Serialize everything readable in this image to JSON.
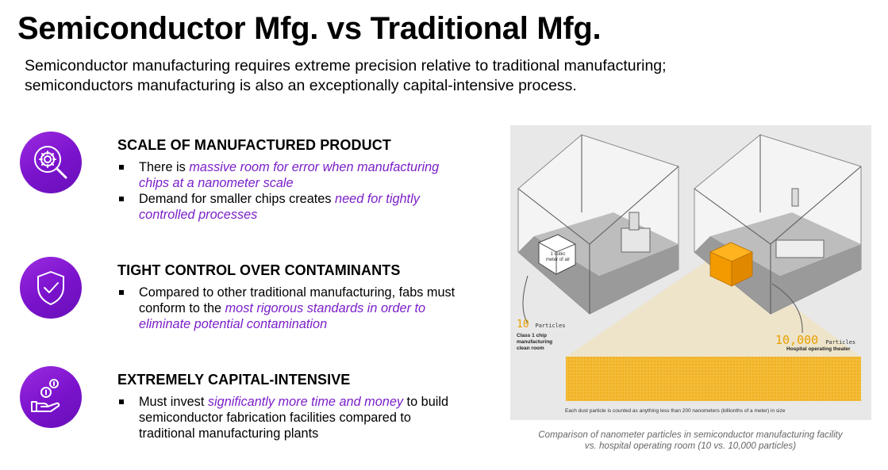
{
  "title": "Semiconductor Mfg. vs Traditional Mfg.",
  "subtitle_lines": [
    "Semiconductor manufacturing requires extreme precision relative to traditional manufacturing;",
    "semiconductors manufacturing is also an exceptionally capital-intensive process."
  ],
  "sections": [
    {
      "icon": "gear-magnifier-icon",
      "title": "SCALE OF MANUFACTURED PRODUCT",
      "bullets": [
        {
          "pre": "There is ",
          "hl": "massive room for error when manufacturing chips at a nanometer scale",
          "post": ""
        },
        {
          "pre": "Demand for smaller chips creates ",
          "hl": "need for tightly controlled processes",
          "post": ""
        }
      ]
    },
    {
      "icon": "shield-check-icon",
      "title": "TIGHT CONTROL OVER CONTAMINANTS",
      "bullets": [
        {
          "pre": "Compared to other traditional manufacturing, fabs must conform to the ",
          "hl": "most rigorous standards in order to eliminate potential contamination",
          "post": ""
        }
      ]
    },
    {
      "icon": "hand-coins-icon",
      "title": "EXTREMELY CAPITAL-INTENSIVE",
      "bullets": [
        {
          "pre": "Must invest ",
          "hl": "significantly more time and money",
          "post": " to build semiconductor fabrication facilities compared to traditional manufacturing plants"
        }
      ]
    }
  ],
  "figure": {
    "cube_label_lines": [
      "1 cubic",
      "meter of air"
    ],
    "left_count": "10",
    "left_unit": "Particles",
    "left_label_lines": [
      "Class 1 chip",
      "manufacturing",
      "clean room"
    ],
    "right_count": "10,000",
    "right_unit": "Particles",
    "right_label": "Hospital operating theater",
    "footnote": "Each dust particle is counted as anything less than 200 nanometers (billionths of a meter) in size",
    "cube_color": "#f29a00",
    "particle_color": "#f2b01e"
  },
  "caption_lines": [
    "Comparison of nanometer particles in semiconductor manufacturing facility",
    "vs. hospital operating room (10 vs. 10,000 particles)"
  ],
  "colors": {
    "accent": "#7b1fc8",
    "icon_bg": "#8a1ad6"
  }
}
